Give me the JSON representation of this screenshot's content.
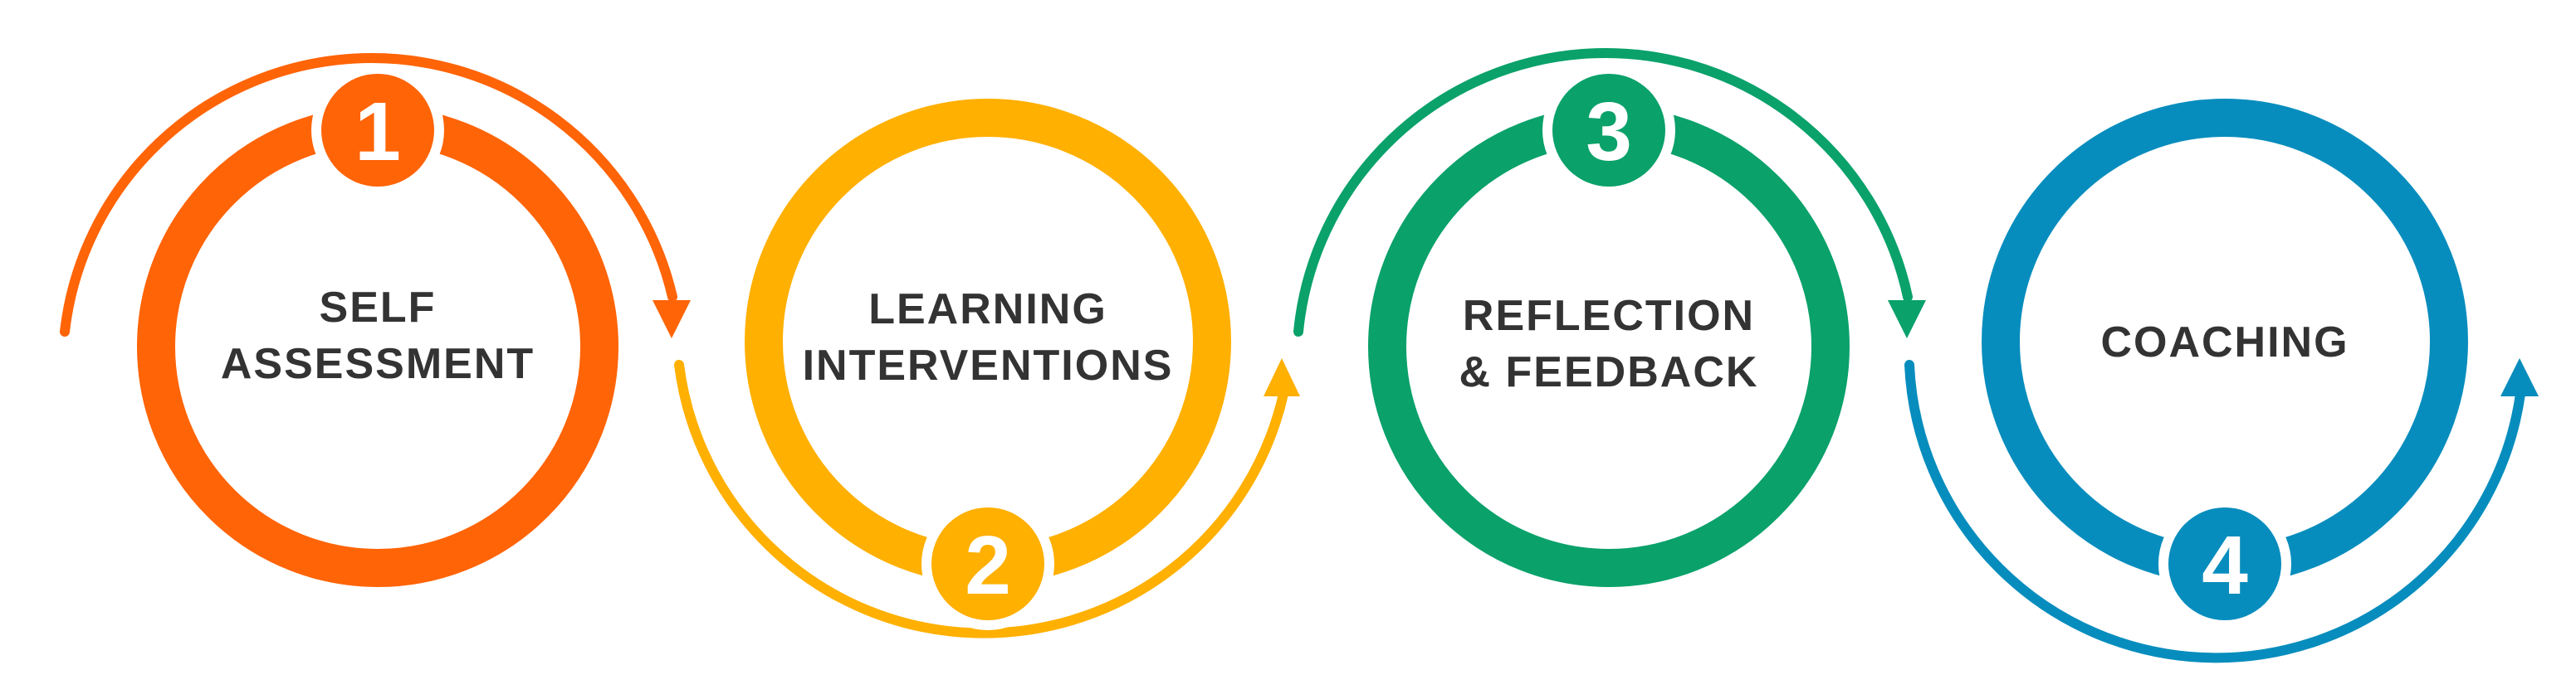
{
  "steps": [
    {
      "number": "1",
      "lines": [
        "SELF",
        "ASSESSMENT"
      ],
      "color": "#ff6407"
    },
    {
      "number": "2",
      "lines": [
        "LEARNING",
        "INTERVENTIONS"
      ],
      "color": "#ffb000"
    },
    {
      "number": "3",
      "lines": [
        "REFLECTION",
        "& FEEDBACK"
      ],
      "color": "#0aa16b"
    },
    {
      "number": "4",
      "lines": [
        "COACHING"
      ],
      "color": "#078dbd"
    }
  ]
}
